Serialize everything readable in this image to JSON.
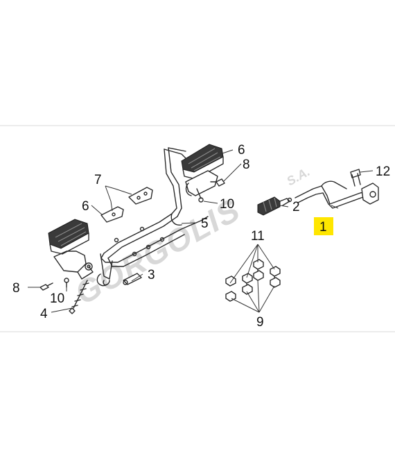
{
  "watermark": {
    "brand": "GORGOLIS",
    "suffix": "S.A."
  },
  "callouts": [
    {
      "id": "c1",
      "label": "1",
      "highlighted": true
    },
    {
      "id": "c2",
      "label": "2"
    },
    {
      "id": "c3",
      "label": "3"
    },
    {
      "id": "c4",
      "label": "4"
    },
    {
      "id": "c5",
      "label": "5"
    },
    {
      "id": "c6a",
      "label": "6"
    },
    {
      "id": "c6b",
      "label": "6"
    },
    {
      "id": "c7",
      "label": "7"
    },
    {
      "id": "c8a",
      "label": "8"
    },
    {
      "id": "c8b",
      "label": "8"
    },
    {
      "id": "c9",
      "label": "9"
    },
    {
      "id": "c10a",
      "label": "10"
    },
    {
      "id": "c10b",
      "label": "10"
    },
    {
      "id": "c11",
      "label": "11"
    },
    {
      "id": "c12",
      "label": "12"
    }
  ],
  "colors": {
    "highlight": "#ffe600",
    "watermark": "#d8d8d8",
    "lines": "#2a2a2a"
  }
}
